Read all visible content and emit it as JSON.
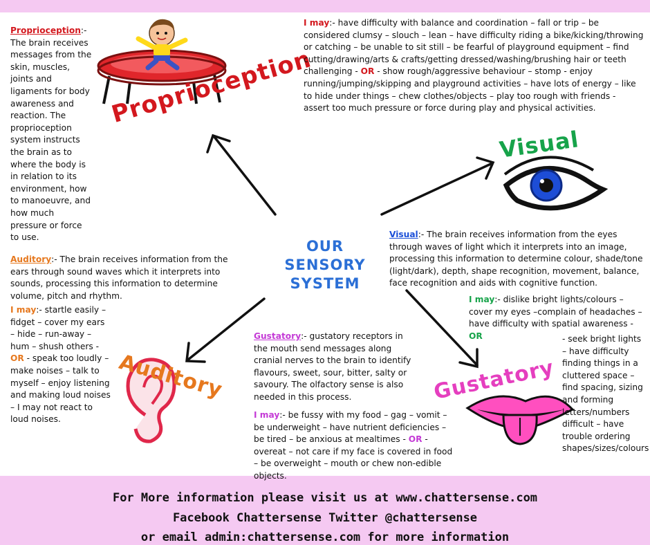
{
  "center_title": [
    "OUR",
    "SENSORY",
    "SYSTEM"
  ],
  "headings": {
    "proprioception": "Proprioception",
    "visual": "Visual",
    "auditory": "Auditory",
    "gustatory": "Gustatory"
  },
  "proprioception": {
    "label": "Proprioception",
    "desc": ":- The brain receives messages from the skin, muscles, joints and ligaments for body awareness and reaction.  The proprioception system instructs the brain as to where the body is in relation to its environment, how to manoeuvre, and how much pressure or force to use.",
    "may_label": "I may",
    "may_text_1": ":- have difficulty with balance and coordination – fall or trip – be considered clumsy – slouch – lean – have difficulty riding a bike/kicking/throwing or catching – be unable to sit still – be fearful of playground equipment – find cutting/drawing/arts & crafts/getting dressed/washing/brushing hair or teeth challenging - ",
    "or": "OR",
    "may_text_2": " - show rough/aggressive behaviour – stomp -  enjoy running/jumping/skipping and playground activities – have lots of energy – like to hide under things – chew clothes/objects – play too rough with friends - assert too much pressure or force during play and physical activities."
  },
  "visual": {
    "label": "Visual",
    "desc": ":- The brain receives information from the eyes through waves of light which it interprets into an image, processing this information to determine colour, shade/tone (light/dark), depth, shape recognition, movement, balance, face recognition and aids with cognitive function.",
    "may_label": "I may",
    "may_text_1": ":- dislike bright lights/colours – cover my eyes –complain of headaches – have difficulty with spatial awareness - ",
    "or": "OR",
    "may_text_2": "- seek bright lights – have difficulty finding things in a cluttered space – find spacing, sizing and forming letters/numbers difficult – have trouble ordering shapes/sizes/colours"
  },
  "auditory": {
    "label": "Auditory",
    "desc": ":- The brain receives information from the ears through sound waves which it interprets into sounds, processing this information to determine volume, pitch and rhythm.",
    "may_label": "I may",
    "may_text_1": ":- startle easily – fidget – cover my ears – hide – run-away – hum – shush others - ",
    "or": "OR",
    "may_text_2": " - speak too loudly – make noises – talk to myself – enjoy listening and making loud noises – I may not react to loud noises."
  },
  "gustatory": {
    "label": "Gustatory",
    "desc": ":-  gustatory receptors in the mouth send messages along cranial nerves to the brain to identify flavours, sweet, sour, bitter, salty or savoury.  The olfactory sense is also needed in this process.",
    "may_label": "I may",
    "may_text_1": ":- be fussy with my food – gag – vomit – be underweight – have nutrient deficiencies – be tired – be anxious at mealtimes - ",
    "or": "OR",
    "may_text_2": " - overeat – not care if my face is covered in food – be overweight – mouth or chew non-edible objects."
  },
  "footer": [
    "For More information please visit us at www.chattersense.com",
    "Facebook Chattersense Twitter @chattersense",
    "or email admin:chattersense.com for more information"
  ],
  "colors": {
    "band": "#f5c9f2",
    "proprioception": "#d3181e",
    "visual": "#17a34a",
    "auditory": "#e6781e",
    "gustatory": "#e53fbf",
    "center": "#2b6fd6"
  }
}
